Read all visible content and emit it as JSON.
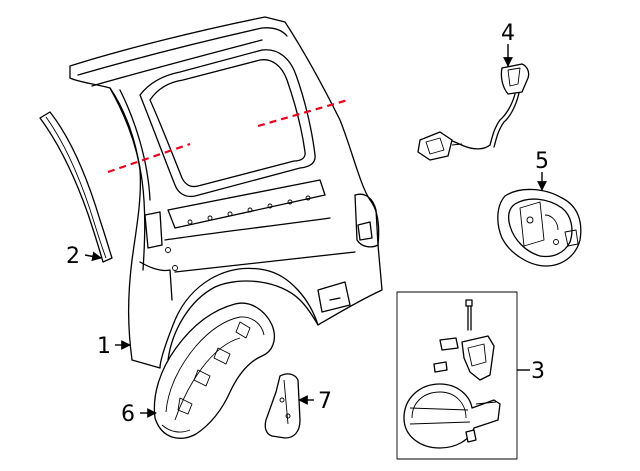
{
  "colors": {
    "ink": "#000000",
    "cut_line": "#e8001c",
    "background": "#ffffff"
  },
  "callouts": [
    {
      "id": "1",
      "label": "1"
    },
    {
      "id": "2",
      "label": "2"
    },
    {
      "id": "3",
      "label": "3"
    },
    {
      "id": "4",
      "label": "4"
    },
    {
      "id": "5",
      "label": "5"
    },
    {
      "id": "6",
      "label": "6"
    },
    {
      "id": "7",
      "label": "7"
    }
  ]
}
